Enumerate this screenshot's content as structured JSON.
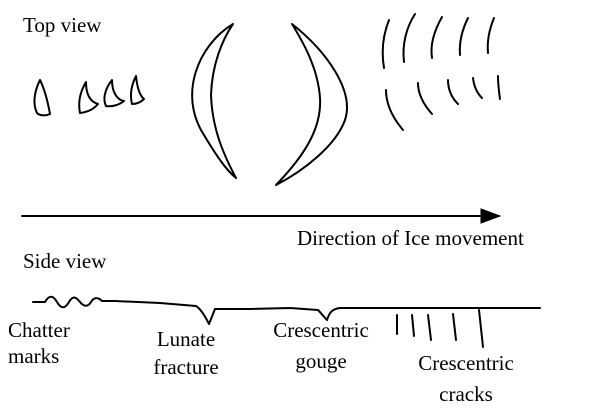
{
  "top_view_label": "Top view",
  "side_view_label": "Side view",
  "direction_label": "Direction of Ice movement",
  "features": {
    "chatter_marks": [
      "Chatter",
      "marks"
    ],
    "lunate_fracture": [
      "Lunate",
      "fracture"
    ],
    "crescentric_gouge": [
      "Crescentric",
      "gouge"
    ],
    "crescentric_cracks": [
      "Crescentric",
      "cracks"
    ]
  }
}
